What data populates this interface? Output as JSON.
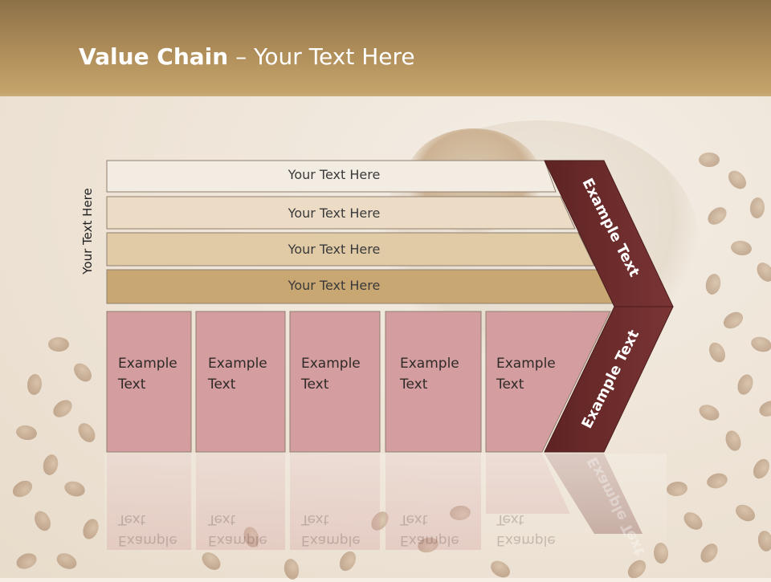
{
  "slide": {
    "title_bold": "Value Chain",
    "title_rest": " – Your Text Here",
    "side_label": "Your Text Here"
  },
  "rows": [
    {
      "label": "Your Text Here",
      "fill": "#f3ece3"
    },
    {
      "label": "Your Text Here",
      "fill": "#ecdcc6"
    },
    {
      "label": "Your Text Here",
      "fill": "#e1caa6"
    },
    {
      "label": "Your Text Here",
      "fill": "#c9a773"
    }
  ],
  "boxes": [
    {
      "label": "Example\nText"
    },
    {
      "label": "Example\nText"
    },
    {
      "label": "Example\nText"
    },
    {
      "label": "Example\nText"
    },
    {
      "label": "Example\nText"
    }
  ],
  "chevron": {
    "upper_label": "Example Text",
    "lower_label": "Example Text",
    "fill": "#6b2b2b"
  },
  "colors": {
    "box_fill": "#d49da0",
    "row_border": "#8f7f6f"
  }
}
